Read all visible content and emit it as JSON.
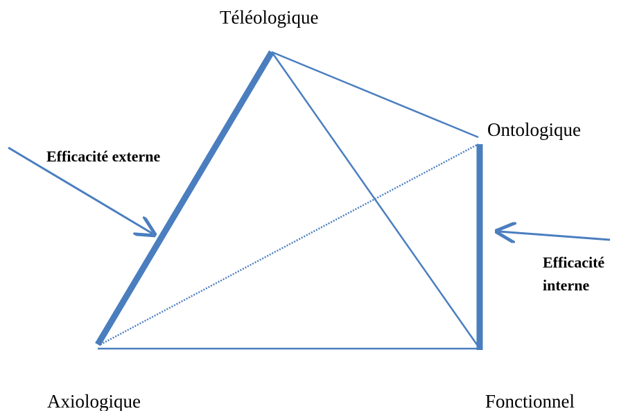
{
  "labels": {
    "teleologique": "Téléologique",
    "ontologique": "Ontologique",
    "axiologique": "Axiologique",
    "fonctionnel": "Fonctionnel",
    "efficacite_externe": "Efficacité externe",
    "efficacite_interne_line1": "Efficacité",
    "efficacite_interne_line2": "interne"
  },
  "colors": {
    "line": "#4a7ebf",
    "text": "#000000"
  }
}
